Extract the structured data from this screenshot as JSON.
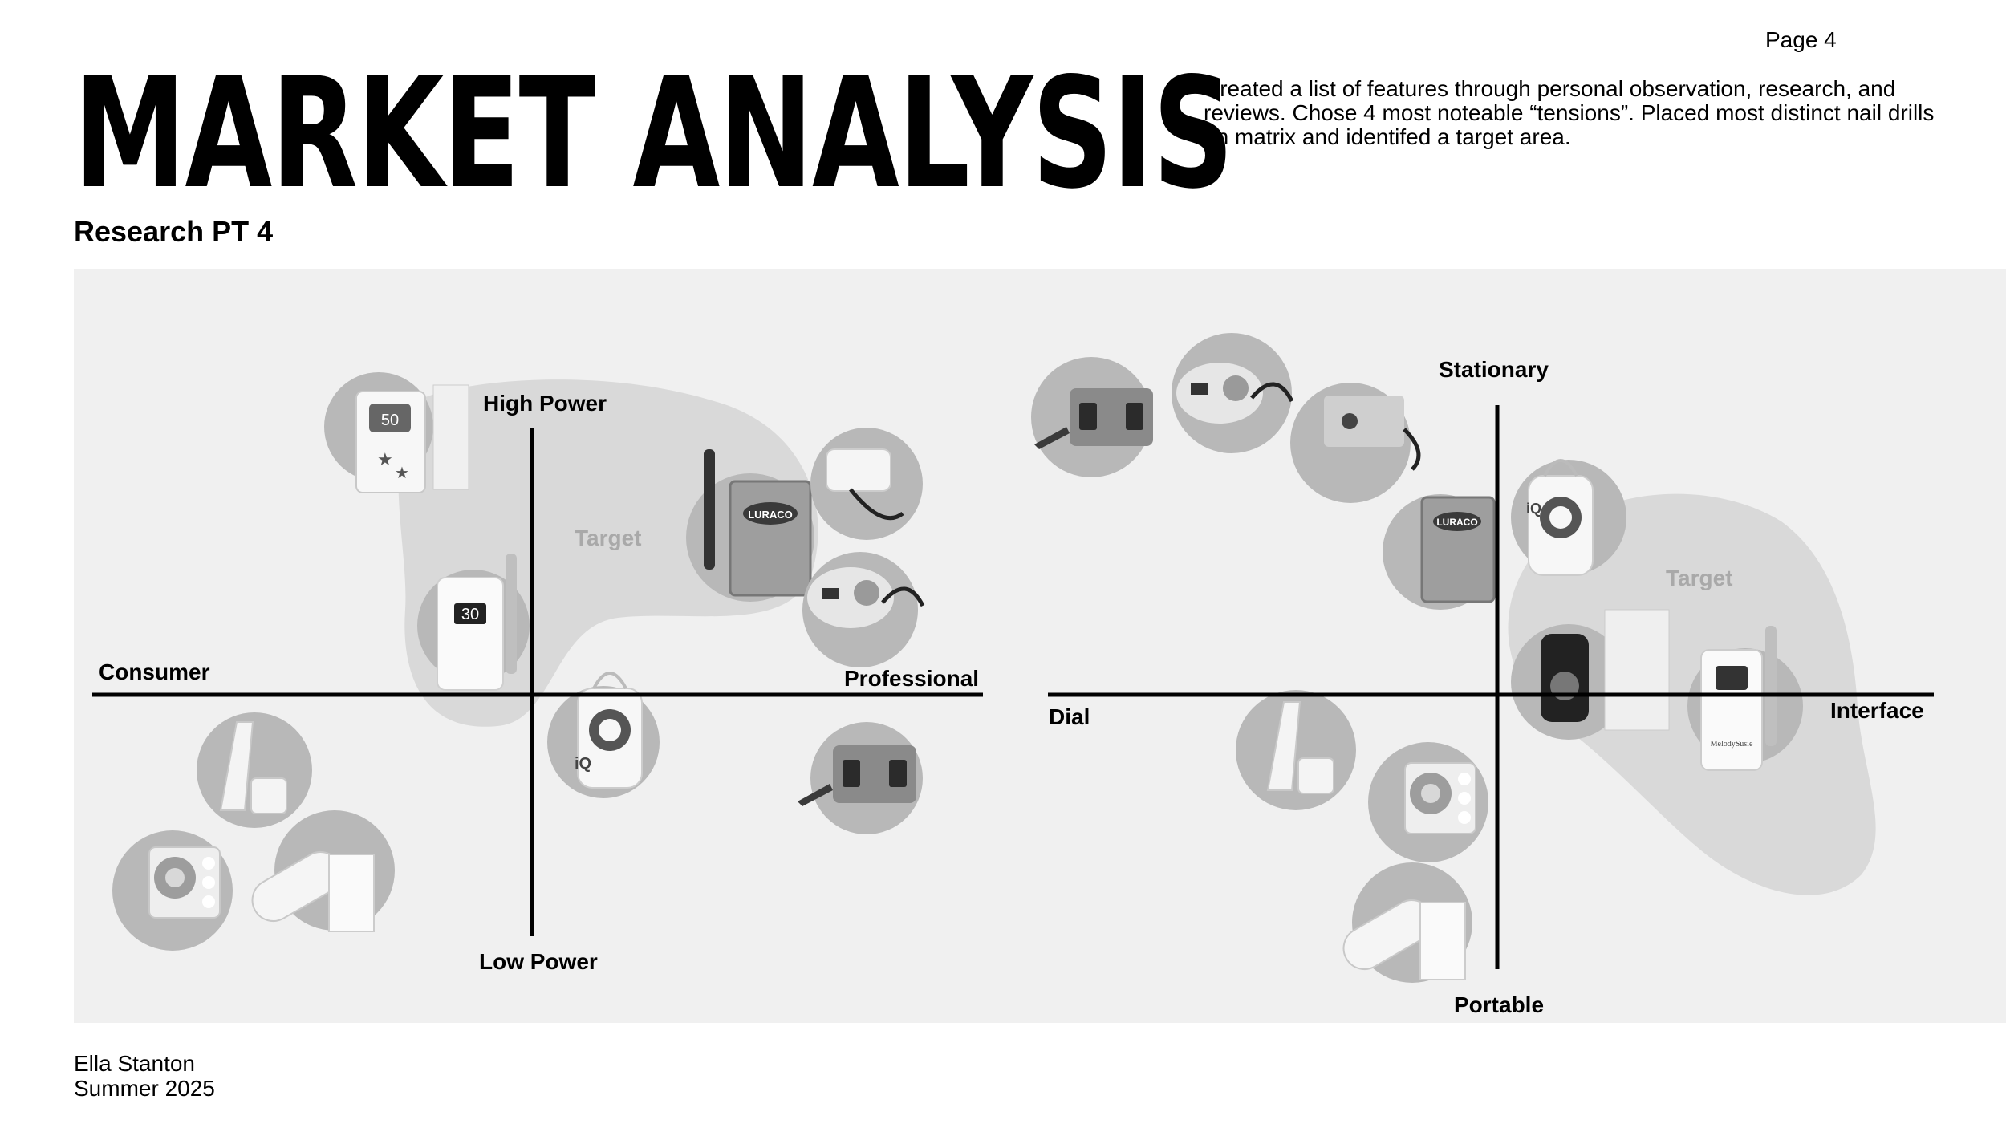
{
  "page": {
    "number": "Page 4"
  },
  "header": {
    "title": "MARKET ANALYSIS",
    "subtitle": "Research PT 4",
    "description": "Created a list of features through personal observation, research, and reviews. Chose 4 most noteable “tensions”.  Placed most distinct nail drills on matrix  and identifed a target area."
  },
  "left_matrix": {
    "top": "High Power",
    "bottom": "Low Power",
    "left": "Consumer",
    "right": "Professional",
    "target": "Target"
  },
  "right_matrix": {
    "top": "Stationary",
    "bottom": "Portable",
    "left": "Dial",
    "right": "Interface",
    "target": "Target"
  },
  "products": {
    "screen_display": "50",
    "digital_display": "30",
    "brand_badge": "LURACO",
    "iq_logo": "iQ",
    "brand_small": "MelodySusie"
  },
  "footer": {
    "author": "Ella Stanton",
    "season": "Summer 2025"
  },
  "colors": {
    "panel": "#f0f0f0",
    "target_blob": "#d9d9d9",
    "product_circle": "#b8b8b8",
    "axis": "#000000",
    "target_text": "#a9a9a9"
  }
}
